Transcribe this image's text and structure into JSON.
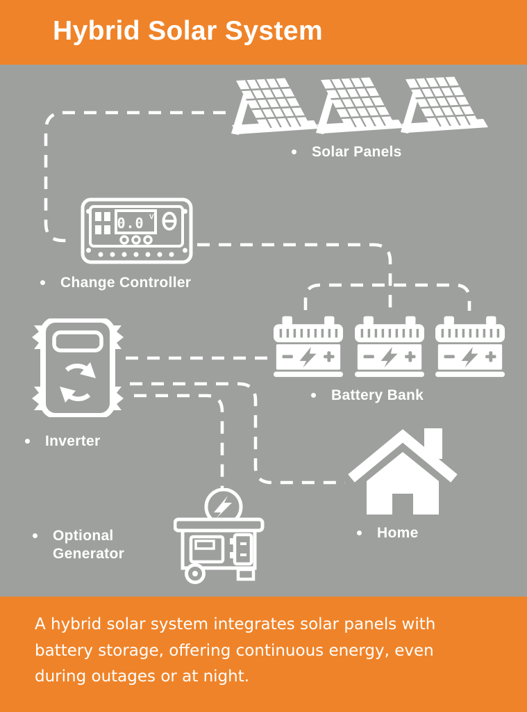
{
  "header": {
    "title": "Hybrid Solar System"
  },
  "diagram": {
    "labels": {
      "solar_panels": "Solar Panels",
      "charge_controller": "Change Controller",
      "battery_bank": "Battery Bank",
      "inverter": "Inverter",
      "generator": "Optional Generator",
      "home": "Home"
    },
    "charge_controller_display": {
      "value": "0.0",
      "unit": "V"
    },
    "battery_count": 3,
    "solar_panel_count": 3,
    "icons": [
      "solar-panel-icon",
      "charge-controller-icon",
      "battery-icon",
      "minus-icon",
      "bolt-icon",
      "plus-icon",
      "inverter-icon",
      "sync-arrows-icon",
      "home-icon",
      "generator-icon",
      "lightning-circle-icon",
      "wheel-icon"
    ],
    "connections": [
      {
        "from": "solar-panels",
        "to": "charge-controller"
      },
      {
        "from": "charge-controller",
        "to": "battery-bank"
      },
      {
        "from": "inverter",
        "to": "battery-bank"
      },
      {
        "from": "inverter",
        "to": "home"
      },
      {
        "from": "inverter",
        "to": "generator"
      }
    ]
  },
  "footer": {
    "lines": [
      "A hybrid solar system integrates solar panels with",
      "battery storage, offering continuous energy, even",
      "during outages or at night."
    ]
  },
  "colors": {
    "accent_orange": "#EF8329",
    "canvas_gray": "#9DA09D",
    "icon_white": "#FFFFFF"
  }
}
